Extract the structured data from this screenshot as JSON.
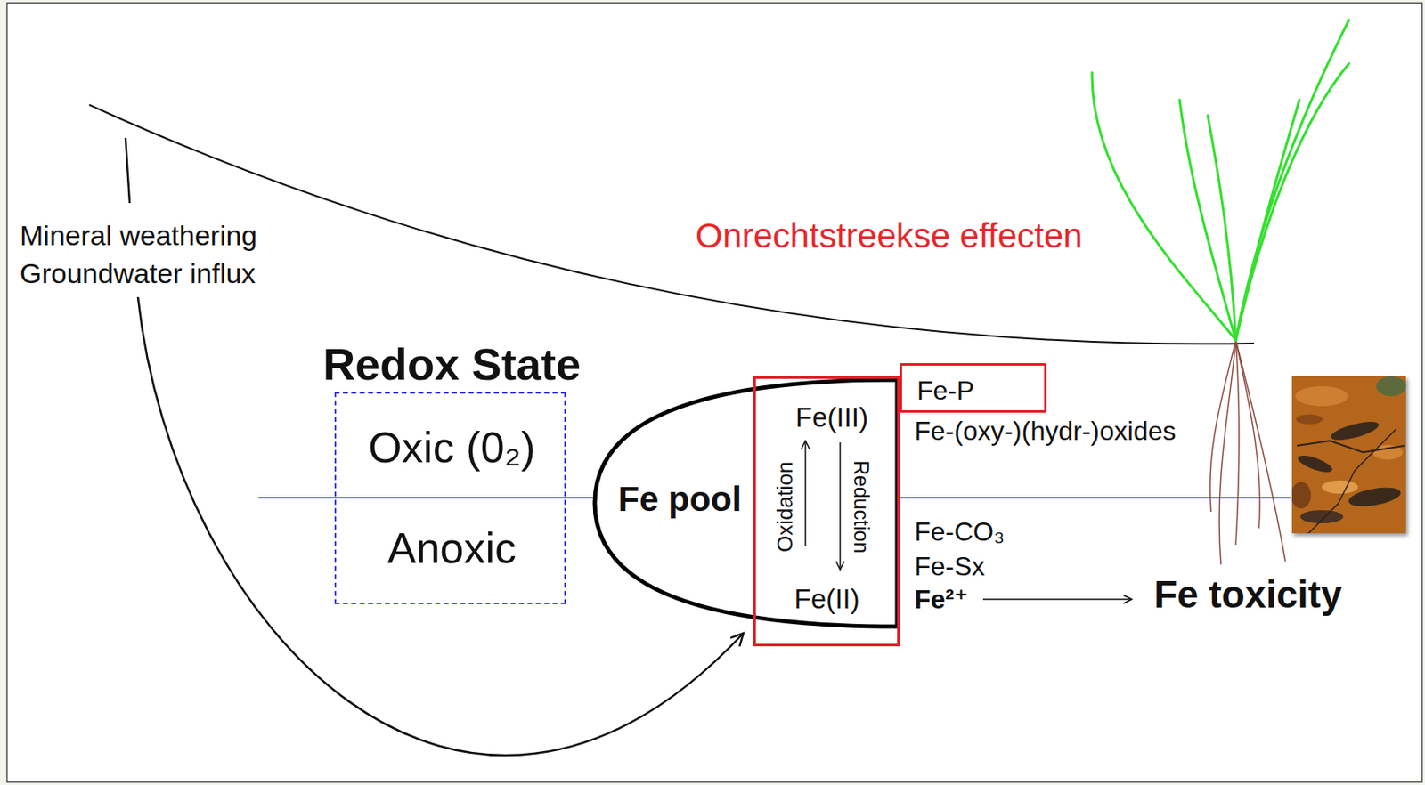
{
  "diagram": {
    "nodes": [
      {
        "text": [
          "Redox State",
          "Oxic (0₂)",
          "Anoxic"
        ]
      },
      {
        "text": [
          "Fe pool"
        ]
      },
      {
        "text": [
          "Fe(III)",
          "Oxidation",
          "Reduction",
          "Fe(II)"
        ]
      },
      {
        "text": [
          "Fe-P"
        ]
      }
    ],
    "labels": [
      "Mineral weathering Groundwater influx",
      "Onrechtstreekse effecten",
      "Fe-(oxy-)(hydr-)oxides",
      "Fe-CO₃",
      "Fe-Sx",
      "Fe²⁺",
      "Fe toxicity"
    ]
  }
}
